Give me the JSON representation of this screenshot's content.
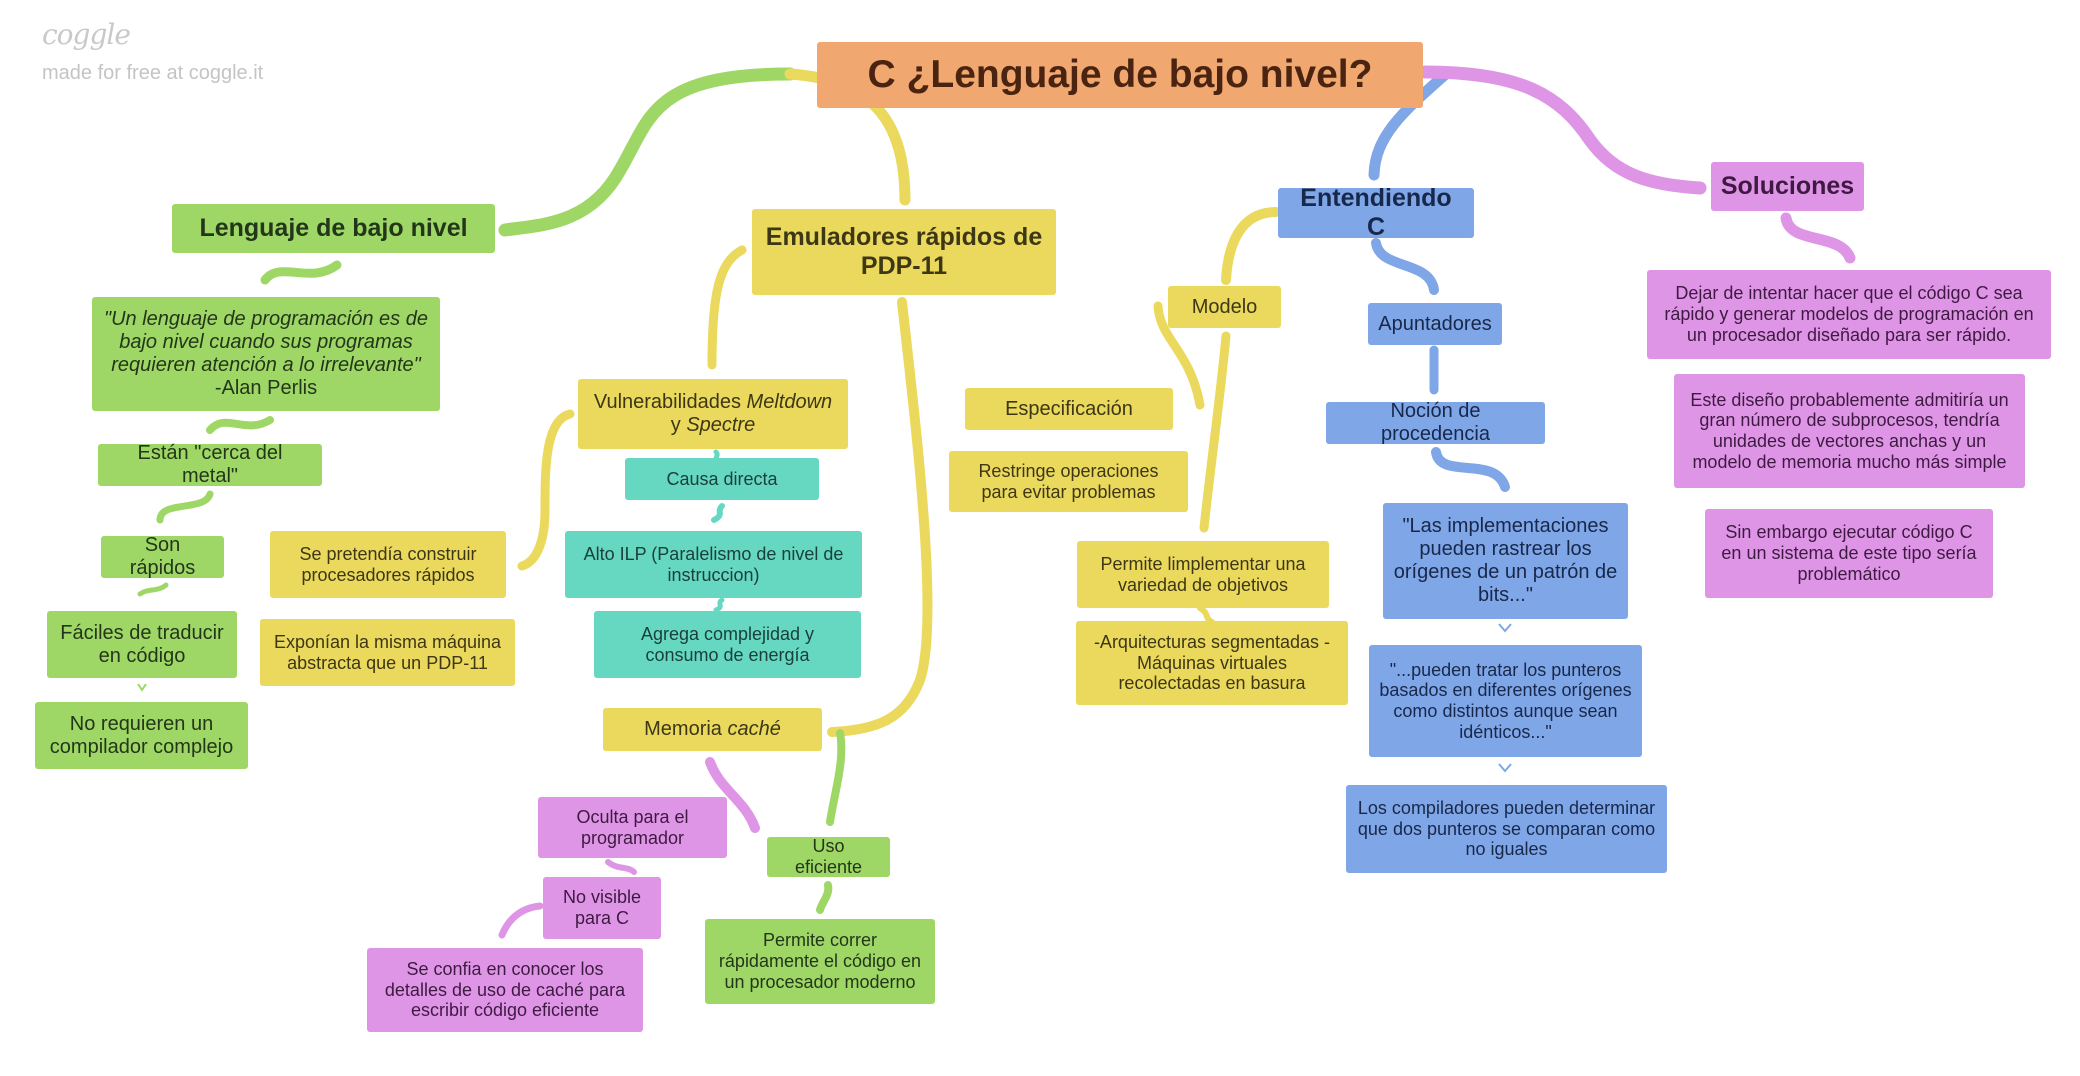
{
  "watermark": {
    "logo": "coggle",
    "subtitle": "made for free at coggle.it"
  },
  "colors": {
    "green": "#9ed766",
    "yellow": "#ebd95d",
    "teal": "#66d8c2",
    "blue": "#7fa6e7",
    "pink": "#df95e6",
    "orange": "#f0a770"
  },
  "root": {
    "text": "C ¿Lenguaje de bajo nivel?"
  },
  "branches": {
    "bajo_nivel": {
      "title": "Lenguaje de bajo nivel",
      "quote": "\"Un lenguaje de programación es de bajo nivel cuando sus programas requieren atención a lo irrelevante\"",
      "quote_author": "-Alan Perlis",
      "metal": "Están \"cerca del metal\"",
      "rapidos": "Son rápidos",
      "faciles": "Fáciles de traducir en código",
      "no_requieren": "No requieren un compilador complejo"
    },
    "emuladores": {
      "title": "Emuladores rápidos de PDP-11",
      "vuln_pre": "Vulnerabilidades ",
      "vuln_meltdown": "Meltdown",
      "vuln_mid": " y ",
      "vuln_spectre": "Spectre",
      "causa": "Causa directa",
      "ilp": "Alto ILP (Paralelismo de nivel de instruccion)",
      "agrega": "Agrega complejidad y consumo de energía",
      "pretendia": "Se pretendía construir procesadores rápidos",
      "exponian": "Exponían la misma máquina abstracta que un PDP-11",
      "memoria_pre": "Memoria ",
      "memoria_it": "caché",
      "oculta": "Oculta para el programador",
      "no_visible": "No visible para C",
      "se_confia": "Se confia en conocer los detalles de uso de caché para escribir código eficiente",
      "uso": "Uso eficiente",
      "permite_correr": "Permite correr rápidamente el código en un procesador moderno"
    },
    "entendiendo": {
      "title": "Entendiendo C",
      "modelo": "Modelo",
      "especificacion": "Especificación",
      "restringe": "Restringe operaciones para evitar problemas",
      "permite_impl": "Permite limplementar una variedad de objetivos",
      "arquitecturas": "-Arquitecturas segmentadas -Máquinas virtuales recolectadas en basura",
      "apuntadores": "Apuntadores",
      "nocion": "Noción de procedencia",
      "quote1": "\"Las implementaciones pueden rastrear los orígenes de un patrón de bits...\"",
      "quote2": "\"...pueden tratar los punteros basados en diferentes orígenes como distintos aunque sean idénticos...\"",
      "compiladores": "Los compiladores pueden determinar que dos punteros se comparan como no iguales"
    },
    "soluciones": {
      "title": "Soluciones",
      "dejar": "Dejar de intentar hacer que el código C sea rápido y generar modelos de programación en un procesador diseñado para ser rápido.",
      "diseno": "Este diseño probablemente admitiría un gran número de subprocesos, tendría unidades de vectores anchas y un modelo de memoria mucho más simple",
      "sin_embargo": "Sin embargo ejecutar código C en un sistema de este tipo sería problemático"
    }
  }
}
